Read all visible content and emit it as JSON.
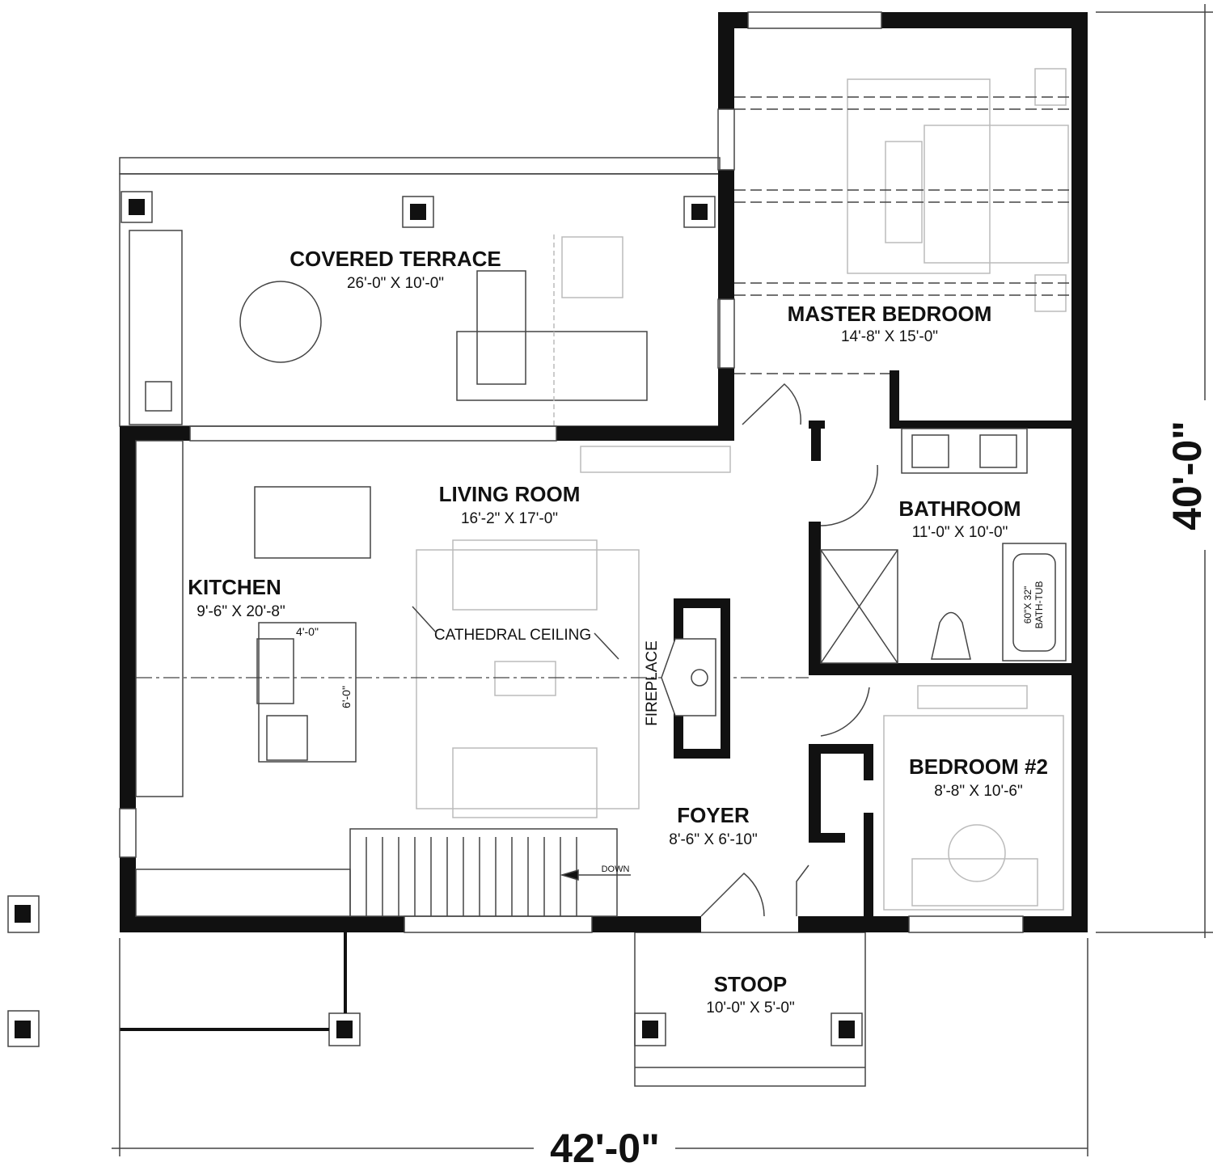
{
  "rooms": {
    "covered_terrace": {
      "name": "COVERED TERRACE",
      "size": "26'-0\" X 10'-0\""
    },
    "master_bedroom": {
      "name": "MASTER BEDROOM",
      "size": "14'-8\" X 15'-0\""
    },
    "living_room": {
      "name": "LIVING ROOM",
      "size": "16'-2\" X 17'-0\""
    },
    "kitchen": {
      "name": "KITCHEN",
      "size": "9'-6\" X 20'-8\""
    },
    "bathroom": {
      "name": "BATHROOM",
      "size": "11'-0\" X 10'-0\""
    },
    "bedroom2": {
      "name": "BEDROOM #2",
      "size": "8'-8\" X 10'-6\""
    },
    "foyer": {
      "name": "FOYER",
      "size": "8'-6\" X 6'-10\""
    },
    "stoop": {
      "name": "STOOP",
      "size": "10'-0\" X 5'-0\""
    }
  },
  "annotations": {
    "cathedral_ceiling": "CATHEDRAL CEILING",
    "fireplace": "FIREPLACE",
    "island_width": "4'-0\"",
    "island_length": "6'-0\"",
    "bathtub_size": "60\"X 32\"",
    "bathtub_label": "BATH-TUB",
    "stairs": "DOWN"
  },
  "overall": {
    "width": "42'-0\"",
    "depth": "40'-0\""
  }
}
